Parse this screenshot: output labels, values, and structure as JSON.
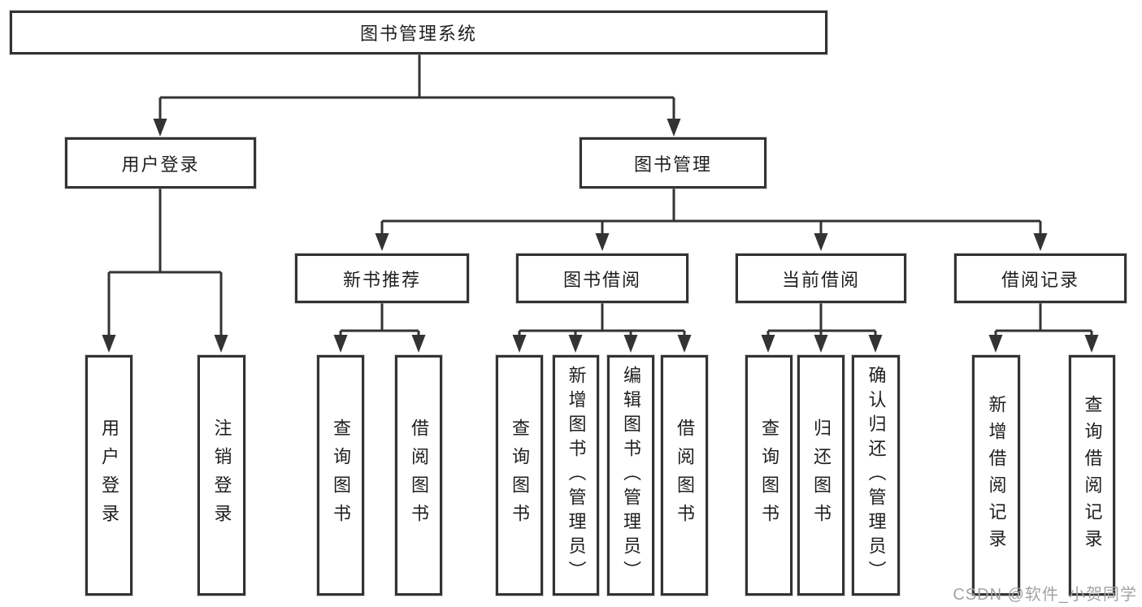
{
  "diagram": {
    "type": "tree",
    "root_label": "图书管理系统",
    "branches": [
      {
        "label": "用户登录",
        "children": [
          {
            "label": "用户登录"
          },
          {
            "label": "注销登录"
          }
        ]
      },
      {
        "label": "图书管理",
        "children": [
          {
            "label": "新书推荐",
            "children": [
              {
                "label": "查询图书"
              },
              {
                "label": "借阅图书"
              }
            ]
          },
          {
            "label": "图书借阅",
            "children": [
              {
                "label": "查询图书"
              },
              {
                "label": "新增图书（管理员）"
              },
              {
                "label": "编辑图书（管理员）"
              },
              {
                "label": "借阅图书"
              }
            ]
          },
          {
            "label": "当前借阅",
            "children": [
              {
                "label": "查询图书"
              },
              {
                "label": "归还图书"
              },
              {
                "label": "确认归还（管理员）"
              }
            ]
          },
          {
            "label": "借阅记录",
            "children": [
              {
                "label": "新增借阅记录"
              },
              {
                "label": "查询借阅记录"
              }
            ]
          }
        ]
      }
    ]
  },
  "watermark": {
    "text": "CSDN @软件_小贺同学"
  },
  "colors": {
    "line": "#333333",
    "border": "#333333",
    "text": "#1f1f1f",
    "watermark": "#a3a3a3",
    "background": "#ffffff"
  }
}
